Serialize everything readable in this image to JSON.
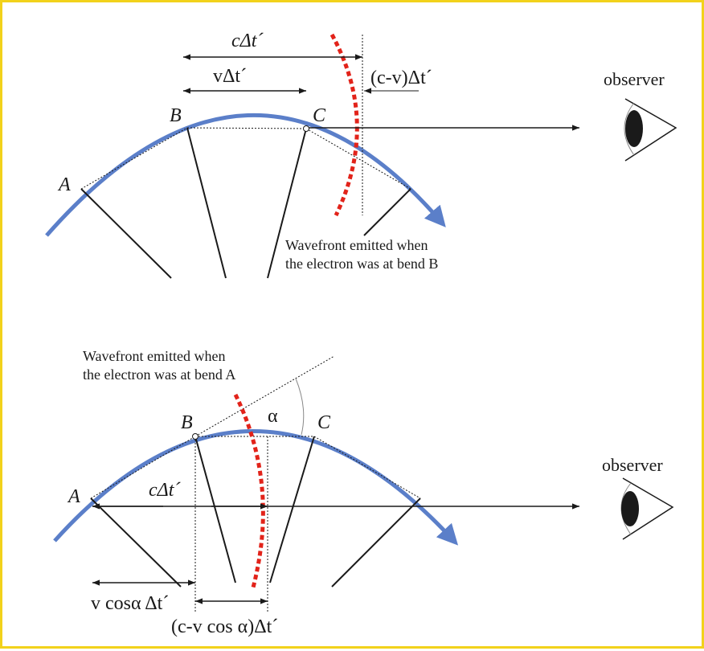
{
  "colors": {
    "frame": "#f2d21b",
    "orbit": "#5b7fc9",
    "wavefront": "#e2231a",
    "ink": "#1a1a1a"
  },
  "top": {
    "label_a": "A",
    "label_b": "B",
    "label_c": "C",
    "dim_c_dt": "cΔt´",
    "dim_v_dt": "vΔt´",
    "dim_c_minus_v": "(c-v)Δt´",
    "observer": "observer",
    "caption_line1": "Wavefront emitted when",
    "caption_line2": "the electron was at bend B"
  },
  "bottom": {
    "caption_line1": "Wavefront emitted when",
    "caption_line2": "the electron was at bend A",
    "label_a": "A",
    "label_b": "B",
    "label_c": "C",
    "alpha": "α",
    "dim_c_dt": "cΔt´",
    "dim_v_cos": "v cosα Δt´",
    "dim_c_minus_vcos": "(c-v cos α)Δt´",
    "observer": "observer"
  }
}
